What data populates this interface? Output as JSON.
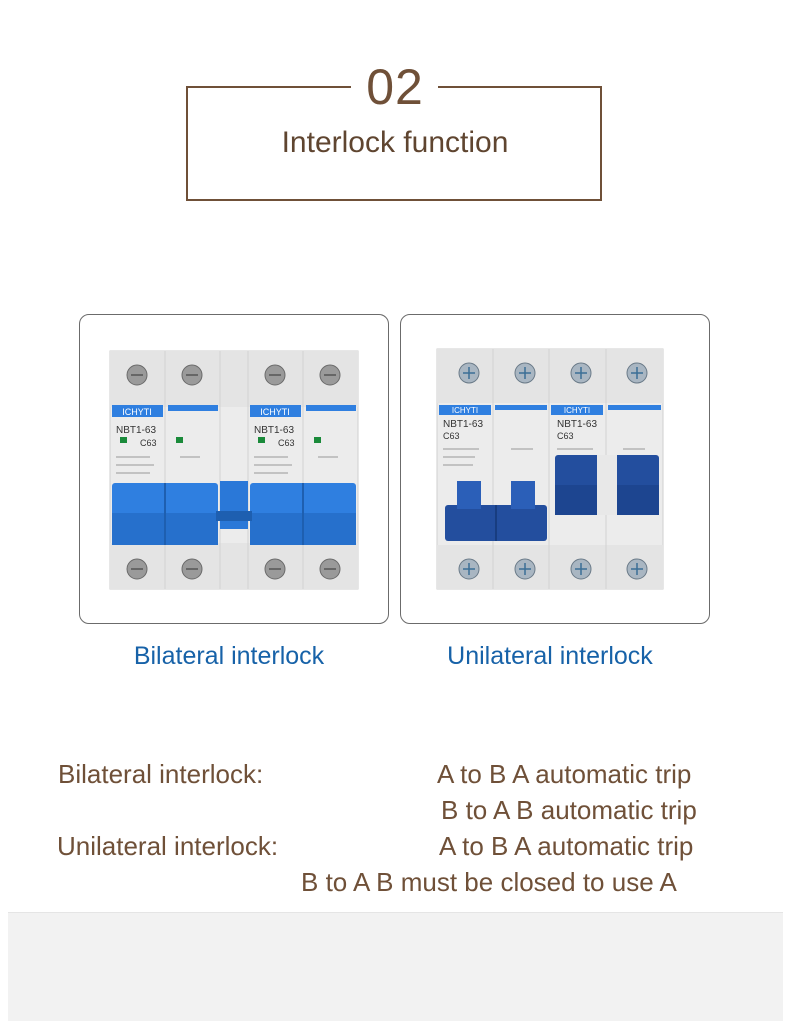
{
  "header": {
    "number": "02",
    "subtitle": "Interlock function"
  },
  "products": {
    "left": {
      "brand": "ICHYTI",
      "model": "NBT1-63",
      "rating": "C63",
      "caption": "Bilateral interlock"
    },
    "right": {
      "brand": "ICHYTI",
      "model": "NBT1-63",
      "rating": "C63",
      "caption": "Unilateral interlock"
    }
  },
  "description": {
    "bilateral_label": "Bilateral interlock:",
    "bilateral_line1": "A to B A automatic trip",
    "bilateral_line2": "B to A B automatic trip",
    "unilateral_label": "Unilateral interlock:",
    "unilateral_line1": "A to B A automatic trip",
    "unilateral_line2": "B to A B must be closed to use A"
  },
  "colors": {
    "brown": "#6f5038",
    "caption_blue": "#1762a8",
    "switch_blue": "#2f7fe0"
  }
}
